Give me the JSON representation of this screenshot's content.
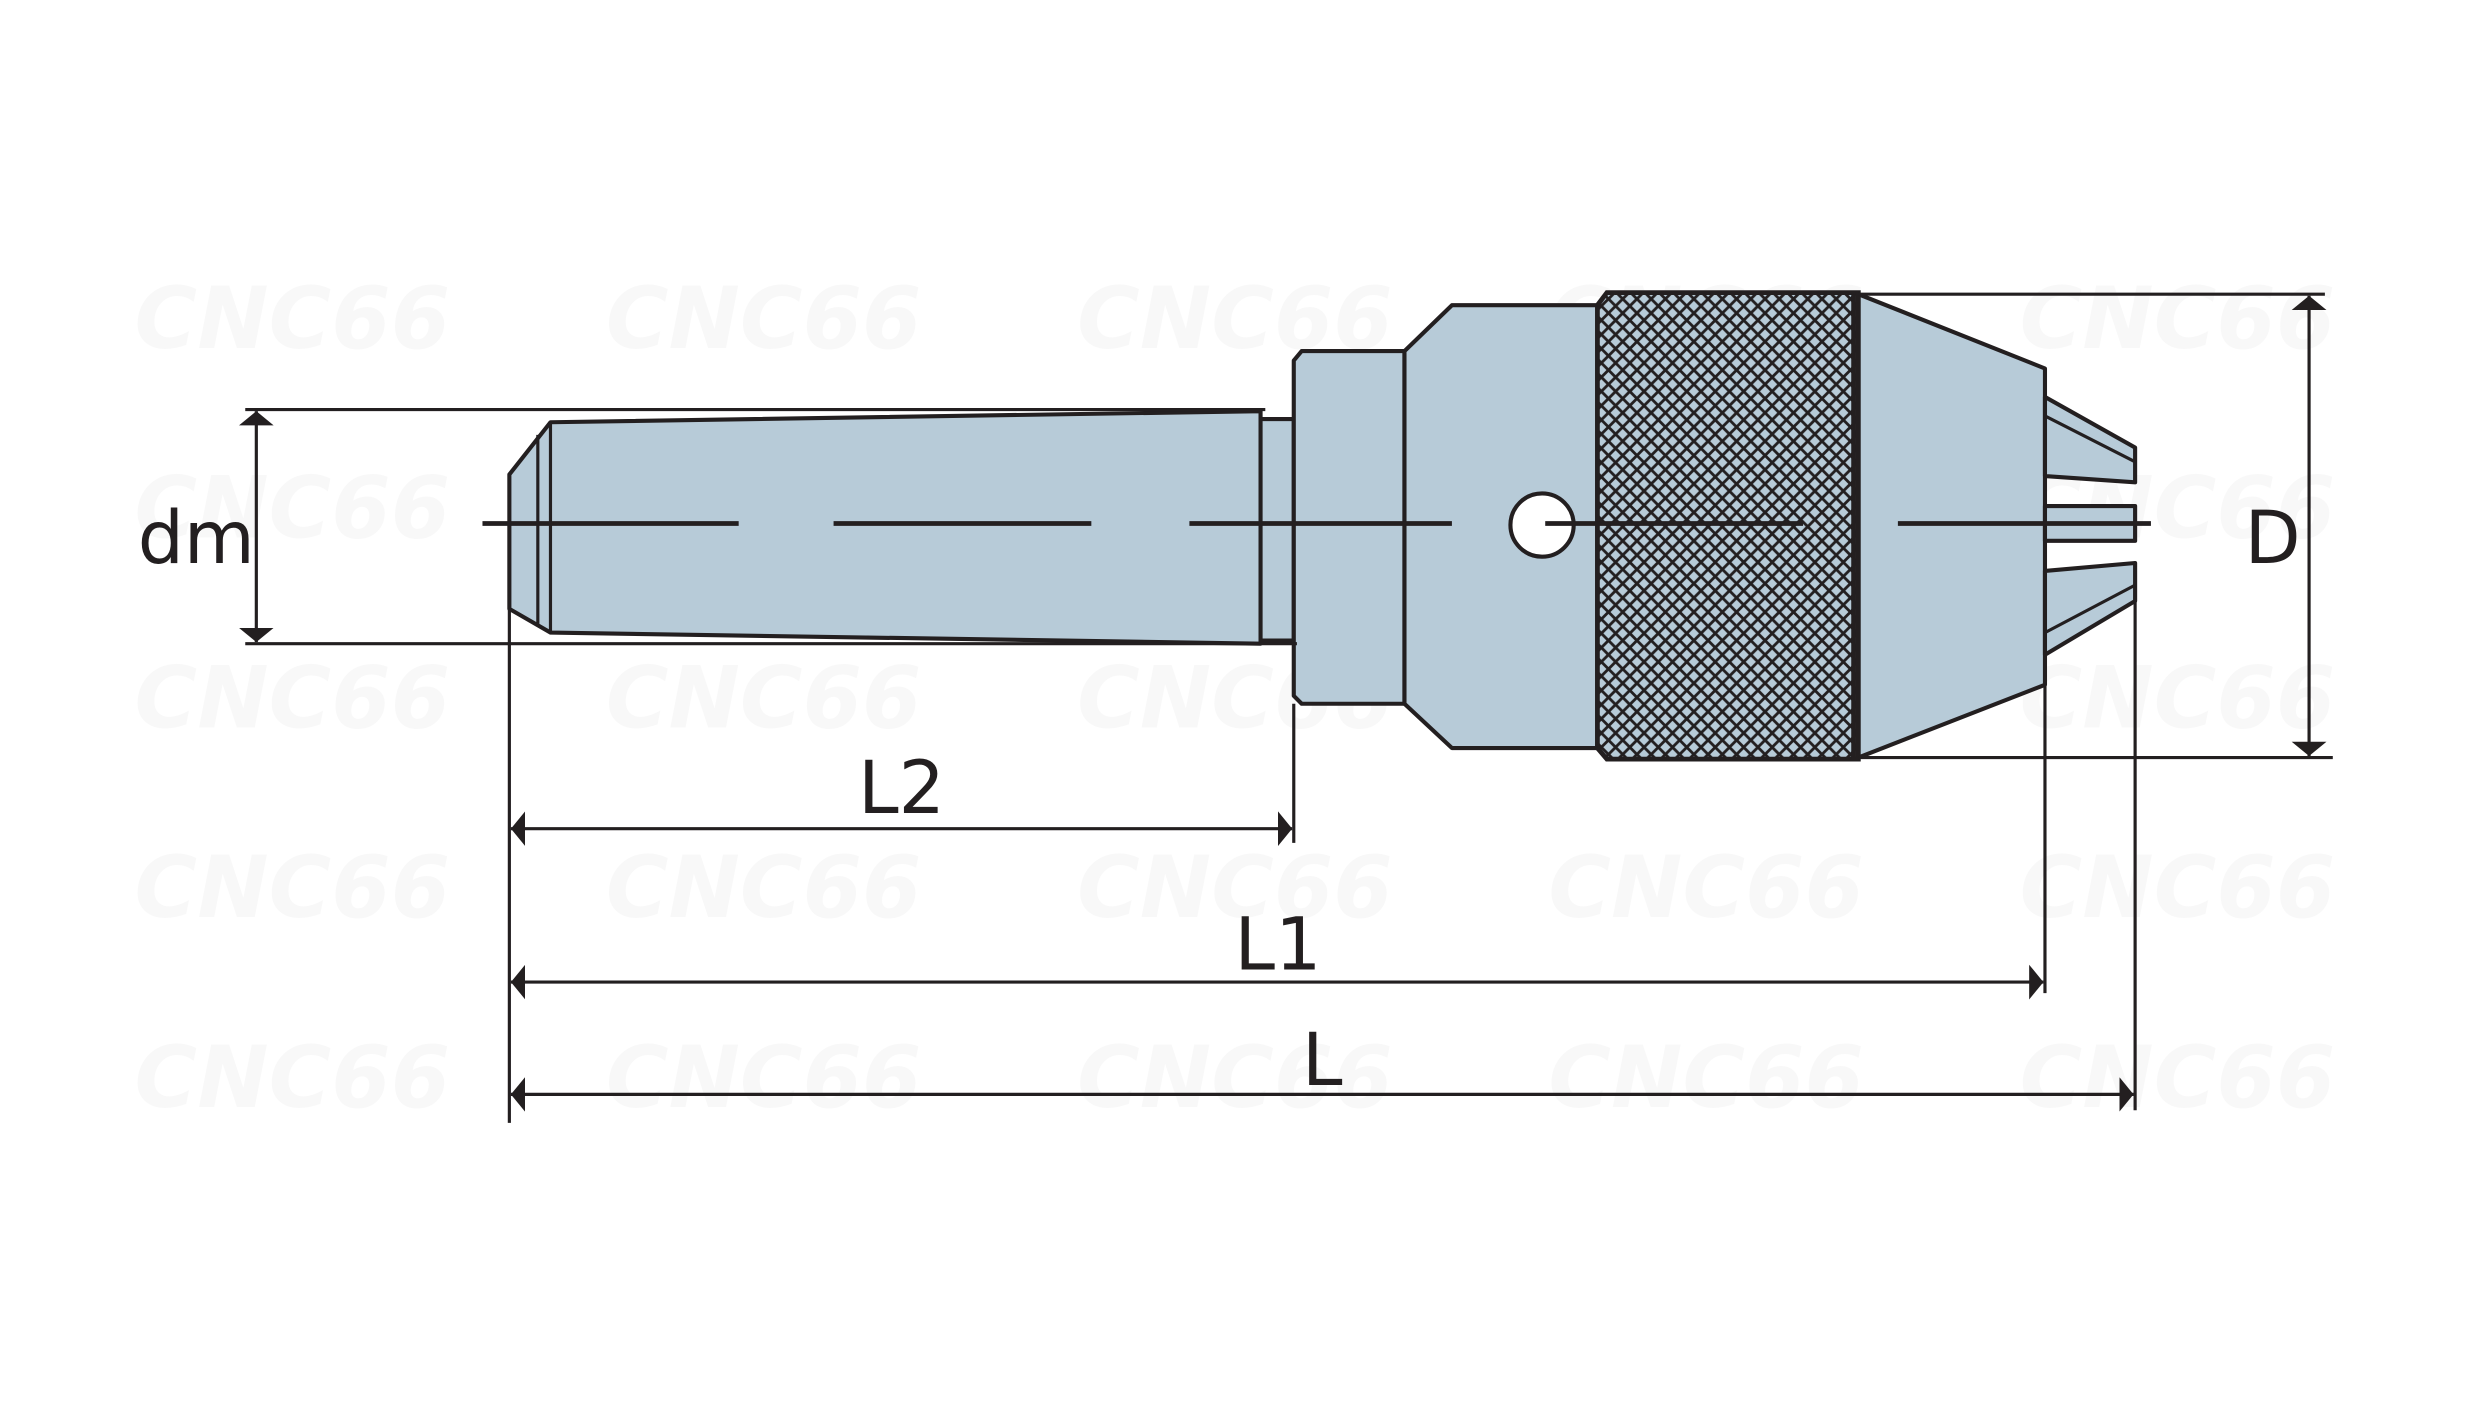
{
  "diagram": {
    "title": "Keyless drill chuck with taper shank",
    "watermark": "CNC66",
    "fill_color": "#b7cbd8",
    "line_color": "#231f20",
    "labels": {
      "dm": "dm",
      "D": "D",
      "L2": "L2",
      "L1": "L1",
      "L": "L"
    }
  }
}
